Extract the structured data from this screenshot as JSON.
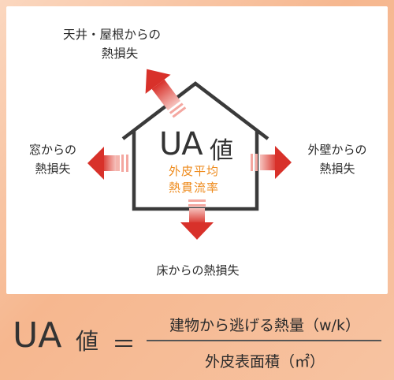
{
  "diagram": {
    "roof_label": [
      "天井・屋根からの",
      "熱損失"
    ],
    "window_label": [
      "窓からの",
      "熱損失"
    ],
    "wall_label": [
      "外壁からの",
      "熱損失"
    ],
    "floor_label": "床からの熱損失",
    "ua_title": "UA",
    "ua_title_kanji": "値",
    "ua_subtitle": [
      "外皮平均",
      "熱貫流率"
    ]
  },
  "formula": {
    "lhs": "UA",
    "lhs_kanji": "値",
    "equals": "＝",
    "numerator": "建物から逃げる熱量（w/k）",
    "denominator": "外皮表面積（㎡）"
  },
  "colors": {
    "arrow_red": "#d8312a",
    "arrow_light": "#f4a7a0",
    "subtitle_orange": "#ee8a1b",
    "house_stroke": "#3a3a3a"
  }
}
